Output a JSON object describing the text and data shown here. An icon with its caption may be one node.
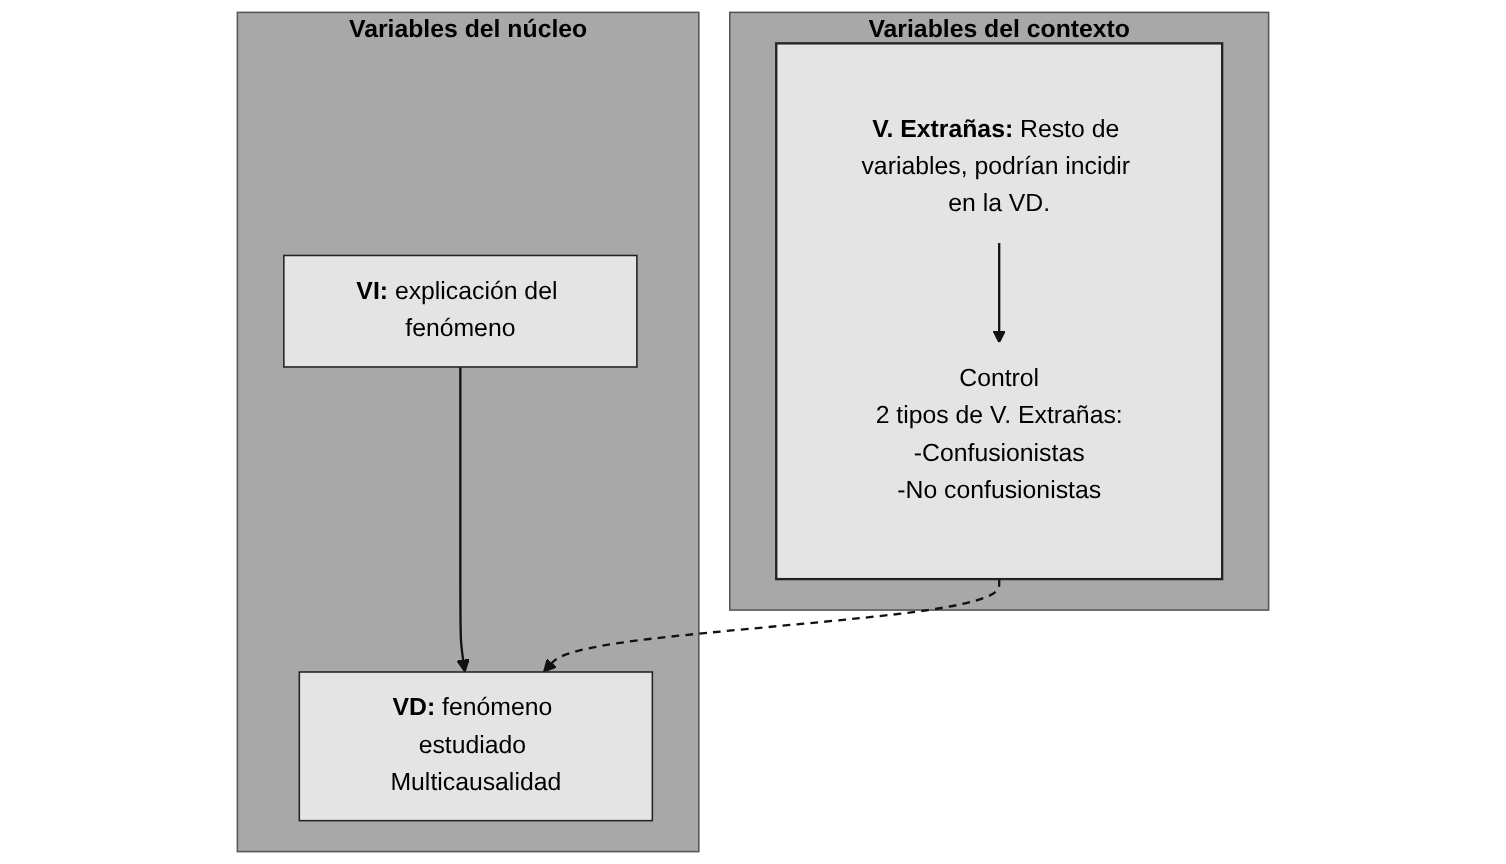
{
  "diagram": {
    "nodes": [
      {
        "text": [
          "Variables del núcleo"
        ]
      },
      {
        "text": [
          "**VI:** explicación del fenómeno"
        ],
        "in": 0
      },
      {
        "text": [
          "**VD:** fenómeno estudiado Multicausalidad"
        ],
        "in": 0
      },
      {
        "text": [
          "Variables del contexto"
        ]
      },
      {
        "text": [],
        "shape": "box",
        "in": 3
      },
      {
        "text": [
          "**V. Extrañas:** Resto de variables, podrían incidir en la VD."
        ],
        "in": 4
      },
      {
        "text": [
          "Control",
          "2 tipos de V. Extrañas:",
          "-Confusionistas",
          "-No confusionistas"
        ],
        "in": 4
      }
    ],
    "edges": [
      {
        "from": 1,
        "to": 2,
        "arrow": "to"
      },
      {
        "from": 5,
        "to": 6,
        "arrow": "to"
      },
      {
        "from": 4,
        "to": 2,
        "arrow": "to",
        "style": "dashed"
      }
    ]
  }
}
